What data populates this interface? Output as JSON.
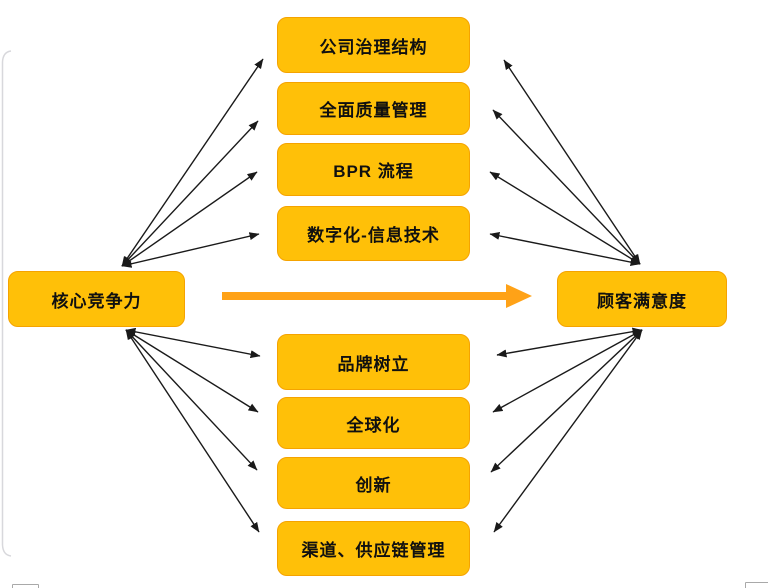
{
  "diagram": {
    "left_node": {
      "label": "核心竞争力"
    },
    "right_node": {
      "label": "顾客满意度"
    },
    "top_factors": [
      {
        "label": "公司治理结构"
      },
      {
        "label": "全面质量管理"
      },
      {
        "label": "BPR 流程"
      },
      {
        "label": "数字化-信息技术"
      }
    ],
    "bottom_factors": [
      {
        "label": "品牌树立"
      },
      {
        "label": "全球化"
      },
      {
        "label": "创新"
      },
      {
        "label": "渠道、供应链管理"
      }
    ],
    "colors": {
      "box_fill": "#FFC008",
      "box_border": "#F5A300",
      "big_arrow": "#FFA217",
      "connector": "#1A1A1A",
      "page_edge": "#D8D8DC"
    }
  }
}
